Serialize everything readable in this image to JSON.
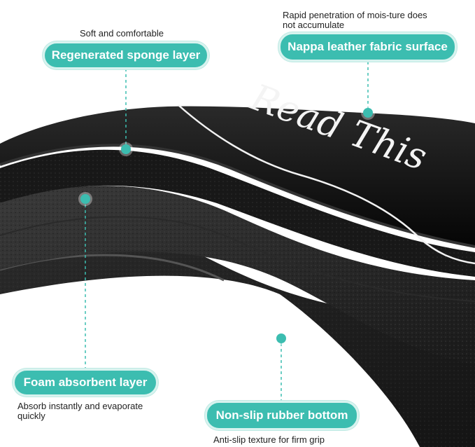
{
  "mat_text": "Read This",
  "colors": {
    "accent": "#3cbdb0",
    "mat": "#111111",
    "background": "#ffffff"
  },
  "callouts": {
    "sponge": {
      "label": "Regenerated sponge layer",
      "caption": "Soft and comfortable"
    },
    "leather": {
      "label": "Nappa leather fabric surface",
      "caption_line1": "Rapid penetration of mois-ture does",
      "caption_line2": "not accumulate"
    },
    "foam": {
      "label": "Foam absorbent layer",
      "caption_line1": "Absorb instantly and evaporate",
      "caption_line2": "quickly"
    },
    "rubber": {
      "label": "Non-slip rubber bottom",
      "caption": "Anti-slip texture for firm grip"
    }
  }
}
